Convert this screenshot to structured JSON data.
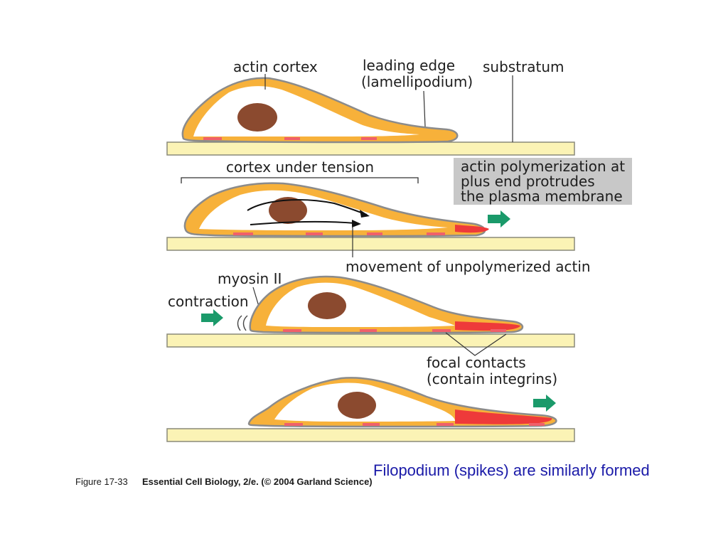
{
  "colors": {
    "cortex": "#f7b13a",
    "cytoplasm": "#ffffff",
    "nucleus": "#8b4a2f",
    "substratum": "#fbf3b5",
    "filopodium": "#ee3a3a",
    "arrow": "#1a9a6a",
    "focal_contact": "#f0606a",
    "info_box": "#c8c8c8",
    "caption": "#1a1aa8"
  },
  "labels": {
    "actin_cortex": "actin cortex",
    "leading_edge_1": "leading edge",
    "leading_edge_2": "(lamellipodium)",
    "substratum": "substratum",
    "cortex_tension": "cortex under tension",
    "polymerization_1": "actin polymerization at",
    "polymerization_2": "plus end protrudes",
    "polymerization_3": "the plasma membrane",
    "movement": "movement of unpolymerized actin",
    "myosin": "myosin II",
    "contraction": "contraction",
    "focal_1": "focal contacts",
    "focal_2": "(contain integrins)"
  },
  "credit": {
    "figure": "Figure 17-33",
    "source": "Essential Cell Biology, 2/e. (© 2004 Garland Science)"
  },
  "caption": "Filopodium (spikes) are similarly formed"
}
